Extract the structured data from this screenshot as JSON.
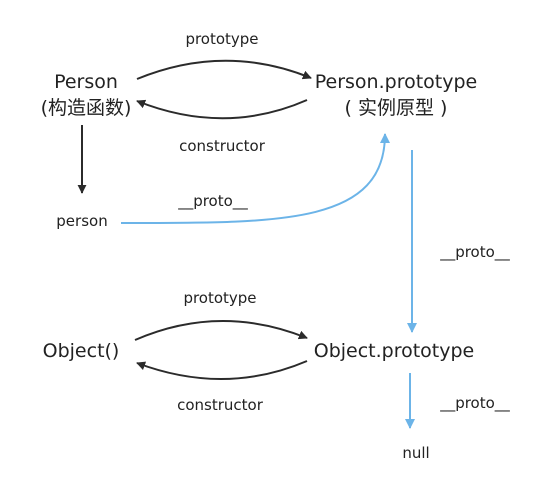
{
  "nodes": {
    "person_ctor_name": "Person",
    "person_ctor_sub": "(构造函数)",
    "person_proto_name": "Person.prototype",
    "person_proto_sub": "( 实例原型 )",
    "person_instance": "person",
    "object_ctor": "Object()",
    "object_proto": "Object.prototype",
    "null_node": "null"
  },
  "edges": {
    "top_prototype": "prototype",
    "top_constructor": "constructor",
    "person_proto_link": "__proto__",
    "person_proto_to_object": "__proto__",
    "bottom_prototype": "prototype",
    "bottom_constructor": "constructor",
    "object_proto_to_null": "__proto__"
  },
  "colors": {
    "dark_arrow": "#2b2b2b",
    "blue_arrow": "#6cb4e8"
  }
}
